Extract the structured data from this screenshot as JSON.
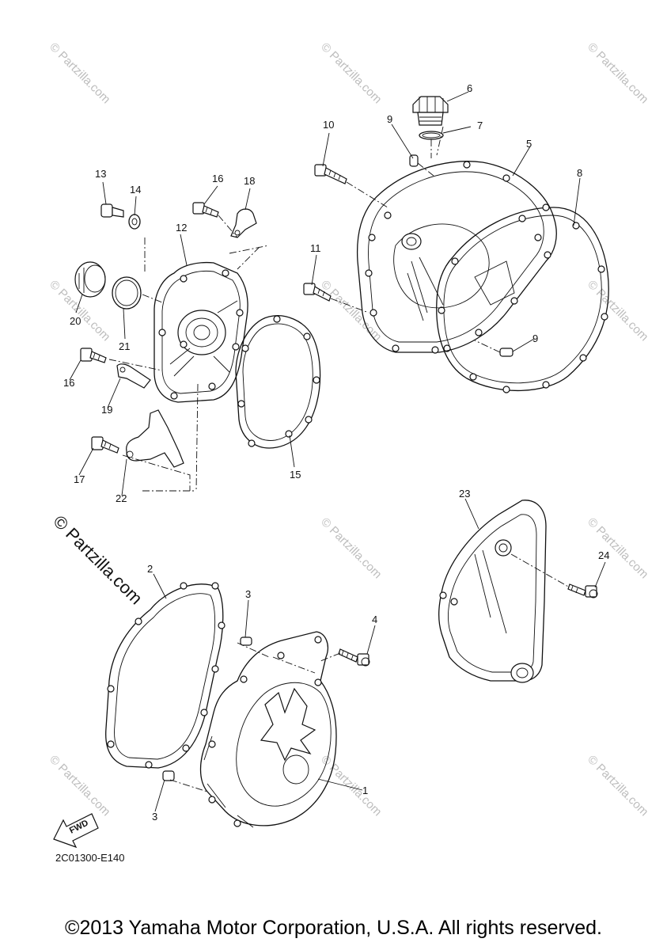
{
  "diagram": {
    "callouts": [
      {
        "id": "c1",
        "label": "1"
      },
      {
        "id": "c2",
        "label": "2"
      },
      {
        "id": "c3a",
        "label": "3"
      },
      {
        "id": "c3b",
        "label": "3"
      },
      {
        "id": "c4",
        "label": "4"
      },
      {
        "id": "c5",
        "label": "5"
      },
      {
        "id": "c6",
        "label": "6"
      },
      {
        "id": "c7",
        "label": "7"
      },
      {
        "id": "c8",
        "label": "8"
      },
      {
        "id": "c9a",
        "label": "9"
      },
      {
        "id": "c9b",
        "label": "9"
      },
      {
        "id": "c10",
        "label": "10"
      },
      {
        "id": "c11",
        "label": "11"
      },
      {
        "id": "c12",
        "label": "12"
      },
      {
        "id": "c13",
        "label": "13"
      },
      {
        "id": "c14",
        "label": "14"
      },
      {
        "id": "c15",
        "label": "15"
      },
      {
        "id": "c16a",
        "label": "16"
      },
      {
        "id": "c16b",
        "label": "16"
      },
      {
        "id": "c17",
        "label": "17"
      },
      {
        "id": "c18",
        "label": "18"
      },
      {
        "id": "c19",
        "label": "19"
      },
      {
        "id": "c20",
        "label": "20"
      },
      {
        "id": "c21",
        "label": "21"
      },
      {
        "id": "c22",
        "label": "22"
      },
      {
        "id": "c23",
        "label": "23"
      },
      {
        "id": "c24",
        "label": "24"
      }
    ],
    "fwd_label": "FWD",
    "diagram_code": "2C01300-E140",
    "watermark": "© Partzilla.com",
    "copyright": "©2013 Yamaha Motor Corporation, U.S.A. All rights reserved."
  },
  "colors": {
    "line": "#111111",
    "watermark": "#bdbdbd",
    "background": "#ffffff"
  }
}
